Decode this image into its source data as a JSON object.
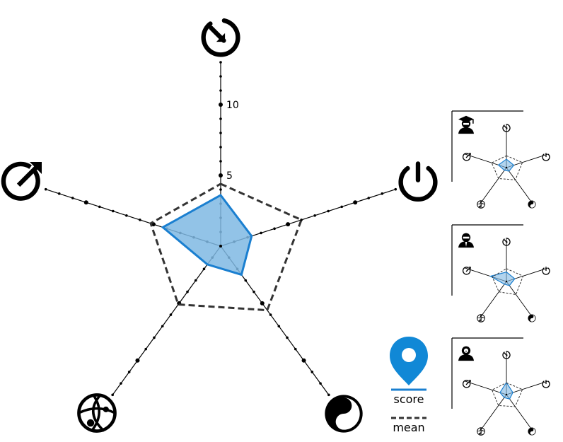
{
  "colors": {
    "score_fill": "#7fb8e3",
    "score_stroke": "#1a7fd0",
    "mean_stroke": "#333333",
    "axis": "#000000",
    "accent": "#1188d6"
  },
  "chart_data": [
    {
      "type": "radar",
      "axes": [
        {
          "icon": "restore-arrow-icon"
        },
        {
          "icon": "power-icon"
        },
        {
          "icon": "yin-yang-icon"
        },
        {
          "icon": "network-globe-icon"
        },
        {
          "icon": "share-arrow-icon"
        }
      ],
      "rlim": [
        0,
        13
      ],
      "tick_labels": [
        "5",
        "10"
      ],
      "series": [
        {
          "name": "score",
          "values": [
            3.6,
            2.3,
            2.5,
            1.6,
            4.3
          ]
        },
        {
          "name": "mean",
          "values": [
            4.4,
            6.0,
            5.6,
            5.1,
            5.2
          ]
        }
      ]
    },
    {
      "type": "radar",
      "group_icon": "graduate-icon",
      "rlim": [
        0,
        13
      ],
      "series": [
        {
          "name": "score",
          "values": [
            2.5,
            2.3,
            1.3,
            1.0,
            2.5
          ]
        },
        {
          "name": "mean",
          "values": [
            3.5,
            5.0,
            4.5,
            4.0,
            4.6
          ]
        }
      ]
    },
    {
      "type": "radar",
      "group_icon": "businessman-icon",
      "rlim": [
        0,
        13
      ],
      "series": [
        {
          "name": "score",
          "values": [
            2.8,
            2.6,
            1.5,
            1.0,
            5.0
          ]
        },
        {
          "name": "mean",
          "values": [
            3.8,
            5.2,
            4.8,
            3.8,
            4.4
          ]
        }
      ]
    },
    {
      "type": "radar",
      "group_icon": "idea-person-icon",
      "rlim": [
        0,
        13
      ],
      "series": [
        {
          "name": "score",
          "values": [
            3.6,
            2.0,
            1.6,
            1.1,
            2.0
          ]
        },
        {
          "name": "mean",
          "values": [
            3.5,
            5.0,
            4.4,
            4.0,
            4.5
          ]
        }
      ]
    }
  ],
  "legend": {
    "icon": "location-pin-icon",
    "score_label": "score",
    "mean_label": "mean"
  }
}
